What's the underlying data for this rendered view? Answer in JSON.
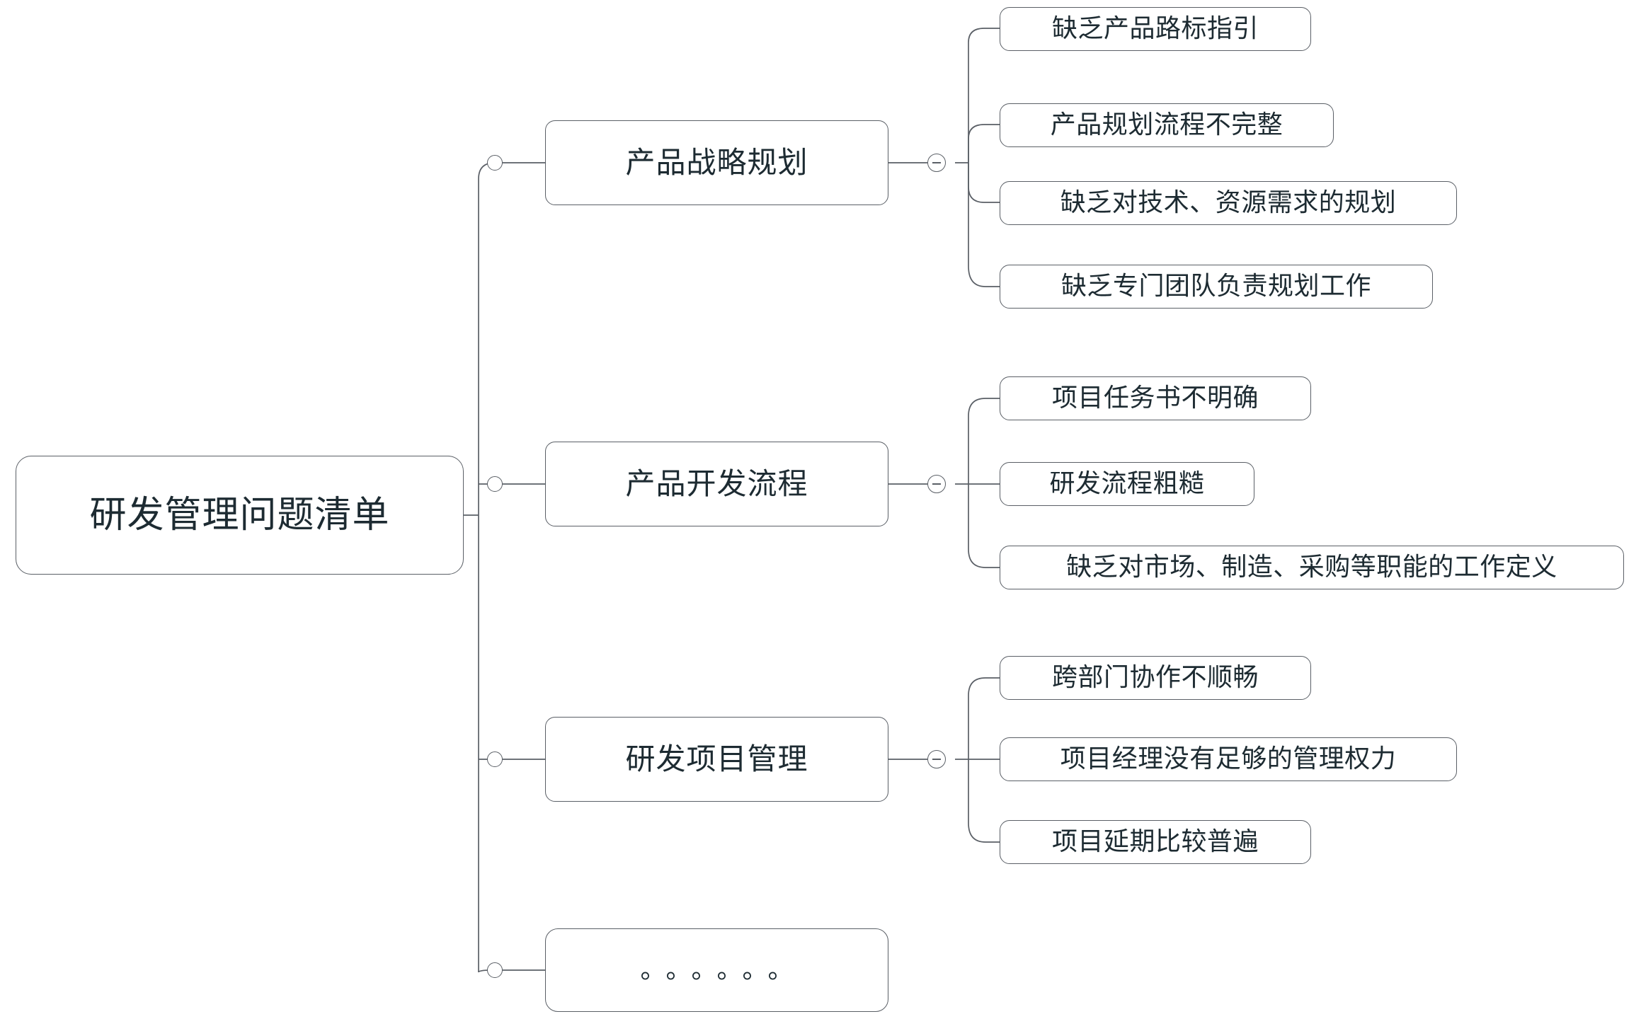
{
  "diagram": {
    "type": "mindmap",
    "root": {
      "label": "研发管理问题清单"
    },
    "branches": [
      {
        "label": "产品战略规划",
        "toggle": "collapse-toggle",
        "children": [
          {
            "label": "缺乏产品路标指引"
          },
          {
            "label": "产品规划流程不完整"
          },
          {
            "label": "缺乏对技术、资源需求的规划"
          },
          {
            "label": "缺乏专门团队负责规划工作"
          }
        ]
      },
      {
        "label": "产品开发流程",
        "toggle": "collapse-toggle",
        "children": [
          {
            "label": "项目任务书不明确"
          },
          {
            "label": "研发流程粗糙"
          },
          {
            "label": "缺乏对市场、制造、采购等职能的工作定义"
          }
        ]
      },
      {
        "label": "研发项目管理",
        "toggle": "collapse-toggle",
        "children": [
          {
            "label": "跨部门协作不顺畅"
          },
          {
            "label": "项目经理没有足够的管理权力"
          },
          {
            "label": "项目延期比较普遍"
          }
        ]
      },
      {
        "label": "。。。。。。",
        "toggle": null,
        "children": []
      }
    ]
  },
  "style": {
    "stroke": "#5a5f66",
    "text": "#1d2b32",
    "background": "#ffffff"
  }
}
